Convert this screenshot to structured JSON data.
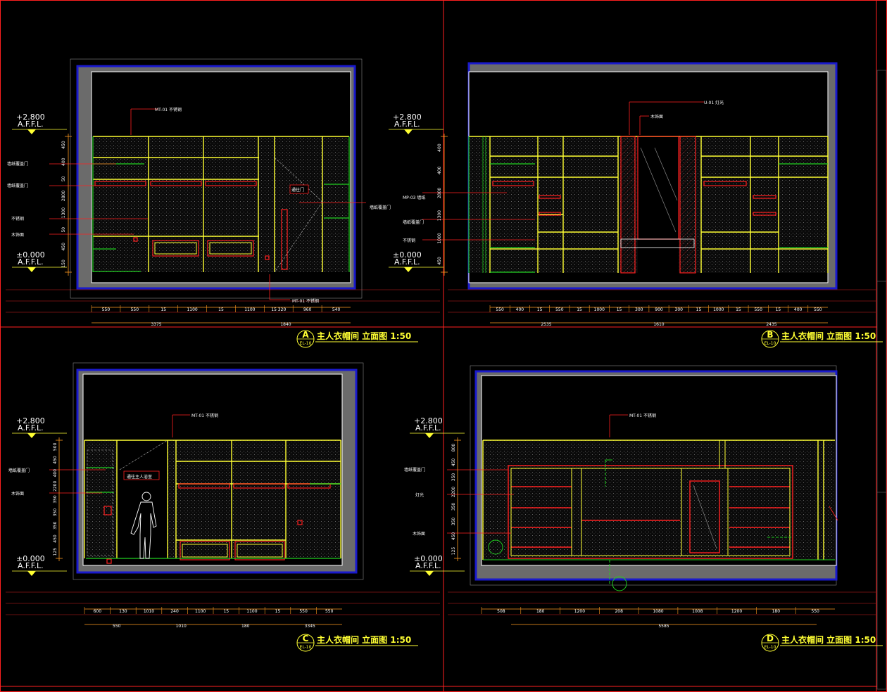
{
  "colors": {
    "background": "#000000",
    "outline": "#ffffff",
    "frame": "#1a1acc",
    "gray": "#6b6b6b",
    "yellow": "#ffff33",
    "red": "#ff2020",
    "green": "#20d020",
    "orange": "#ff9a20",
    "cyan": "#33cccc"
  },
  "levels": {
    "top": "+2.800",
    "zero": "±0.000",
    "afl": "A.F.F.L."
  },
  "panels": [
    {
      "id": "A",
      "code": "EL-10",
      "title": "主人衣帽间 立面图 1:50",
      "annotations": [
        "MT-01 不锈钢",
        "墙纸覆盖门",
        "墙纸覆盖门",
        "不锈钢",
        "木饰面",
        "通往门",
        "墙纸覆盖门",
        "MT-01 不锈钢"
      ],
      "dims_row1": [
        "550",
        "550",
        "15",
        "1100",
        "15",
        "1100",
        "15 320",
        "960",
        "540"
      ],
      "dims_row2": [
        "3375",
        "1840"
      ],
      "vertical_dims": [
        "450",
        "400",
        "50",
        "2800",
        "1300",
        "50",
        "450",
        "150"
      ]
    },
    {
      "id": "B",
      "code": "EL-10",
      "title": "主人衣帽间 立面图 1:50",
      "annotations": [
        "U-01 灯光",
        "MP-03 墙纸",
        "墙纸覆盖门",
        "不锈钢",
        "木饰面"
      ],
      "dims_row1": [
        "550",
        "400",
        "15",
        "550",
        "15",
        "1000",
        "15",
        "300",
        "900",
        "300",
        "15",
        "1000",
        "15",
        "550",
        "15",
        "400",
        "550"
      ],
      "dims_row2": [
        "2535",
        "1610",
        "2435"
      ],
      "vertical_dims": [
        "400",
        "400",
        "2800",
        "1300",
        "1000",
        "450"
      ]
    },
    {
      "id": "C",
      "code": "EL-10",
      "title": "主人衣帽间 立面图 1:50",
      "annotations": [
        "MT-01 不锈钢",
        "墙纸覆盖门",
        "木饰面",
        "通往主人浴室"
      ],
      "dims_row1": [
        "600",
        "130",
        "1010",
        "240",
        "1100",
        "15",
        "1100",
        "15",
        "550",
        "550"
      ],
      "dims_row2": [
        "550",
        "1010",
        "180",
        "3345"
      ],
      "vertical_dims": [
        "500",
        "450",
        "400",
        "2200",
        "350",
        "350",
        "350",
        "450",
        "125"
      ]
    },
    {
      "id": "D",
      "code": "EL-10",
      "title": "主人衣帽间 立面图 1:50",
      "annotations": [
        "MT-01 不锈钢",
        "墙纸覆盖门",
        "灯光",
        "木饰面"
      ],
      "dims_row1": [
        "508",
        "180",
        "1200",
        "208",
        "1080",
        "1008",
        "1200",
        "180",
        "550"
      ],
      "dims_row2": [
        "5585"
      ],
      "vertical_dims": [
        "800",
        "450",
        "350",
        "2200",
        "350",
        "350",
        "450",
        "125"
      ]
    }
  ]
}
